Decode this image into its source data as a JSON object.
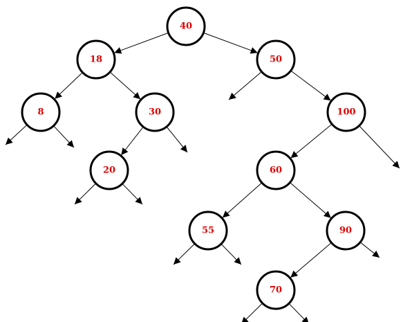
{
  "diagram": {
    "type": "binary-tree",
    "label_color": "#e00000",
    "node_stroke_color": "#000000",
    "nodes": [
      {
        "id": "n40",
        "label": "40"
      },
      {
        "id": "n18",
        "label": "18"
      },
      {
        "id": "n50",
        "label": "50"
      },
      {
        "id": "n8",
        "label": "8"
      },
      {
        "id": "n30",
        "label": "30"
      },
      {
        "id": "n100",
        "label": "100"
      },
      {
        "id": "n20",
        "label": "20"
      },
      {
        "id": "n60",
        "label": "60"
      },
      {
        "id": "n55",
        "label": "55"
      },
      {
        "id": "n90",
        "label": "90"
      },
      {
        "id": "n70",
        "label": "70"
      }
    ],
    "edges": [
      {
        "from": "n40",
        "to": "n18",
        "side": "left"
      },
      {
        "from": "n40",
        "to": "n50",
        "side": "right"
      },
      {
        "from": "n18",
        "to": "n8",
        "side": "left"
      },
      {
        "from": "n18",
        "to": "n30",
        "side": "right"
      },
      {
        "from": "n50",
        "to": null,
        "side": "left"
      },
      {
        "from": "n50",
        "to": "n100",
        "side": "right"
      },
      {
        "from": "n8",
        "to": null,
        "side": "left"
      },
      {
        "from": "n8",
        "to": null,
        "side": "right"
      },
      {
        "from": "n30",
        "to": "n20",
        "side": "left"
      },
      {
        "from": "n30",
        "to": null,
        "side": "right"
      },
      {
        "from": "n100",
        "to": "n60",
        "side": "left"
      },
      {
        "from": "n100",
        "to": null,
        "side": "right"
      },
      {
        "from": "n20",
        "to": null,
        "side": "left"
      },
      {
        "from": "n20",
        "to": null,
        "side": "right"
      },
      {
        "from": "n60",
        "to": "n55",
        "side": "left"
      },
      {
        "from": "n60",
        "to": "n90",
        "side": "right"
      },
      {
        "from": "n55",
        "to": null,
        "side": "left"
      },
      {
        "from": "n55",
        "to": null,
        "side": "right"
      },
      {
        "from": "n90",
        "to": "n70",
        "side": "left"
      },
      {
        "from": "n90",
        "to": null,
        "side": "right"
      },
      {
        "from": "n70",
        "to": null,
        "side": "left"
      },
      {
        "from": "n70",
        "to": null,
        "side": "right"
      }
    ]
  }
}
